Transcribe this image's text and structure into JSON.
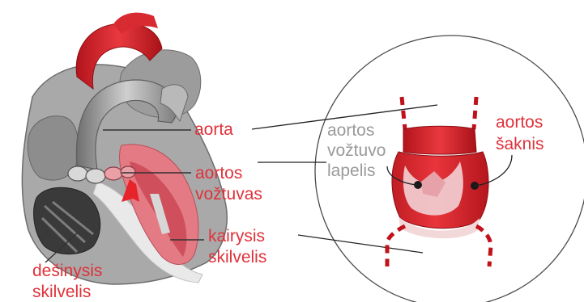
{
  "labels": {
    "aorta": "aorta",
    "aortos_voztuvas_1": "aortos",
    "aortos_voztuvas_2": "vožtuvas",
    "kairysis_1": "kairysis",
    "kairysis_2": "skilvelis",
    "desinysis_1": "dešinysis",
    "desinysis_2": "skilvelis",
    "lapelis_1": "aortos",
    "lapelis_2": "vožtuvo",
    "lapelis_3": "lapelis",
    "saknis_1": "aortos",
    "saknis_2": "šaknis"
  },
  "colors": {
    "label_red": "#e0313a",
    "label_grey": "#9a9a9a",
    "tissue_red": "#d8262c",
    "tissue_grey": "#8f8f8f"
  }
}
